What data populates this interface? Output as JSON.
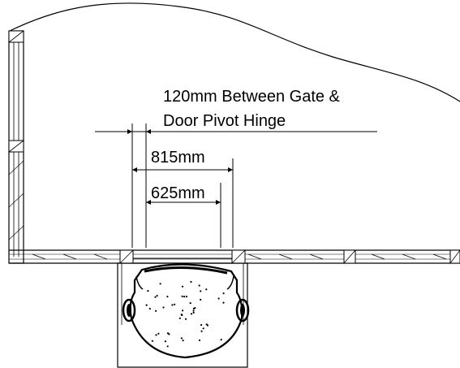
{
  "annotation": {
    "line1": "120mm Between Gate &",
    "line2": "Door Pivot Hinge"
  },
  "dimensions": {
    "outer": "815mm",
    "inner": "625mm"
  },
  "colors": {
    "ink": "#000000",
    "background": "#ffffff"
  }
}
